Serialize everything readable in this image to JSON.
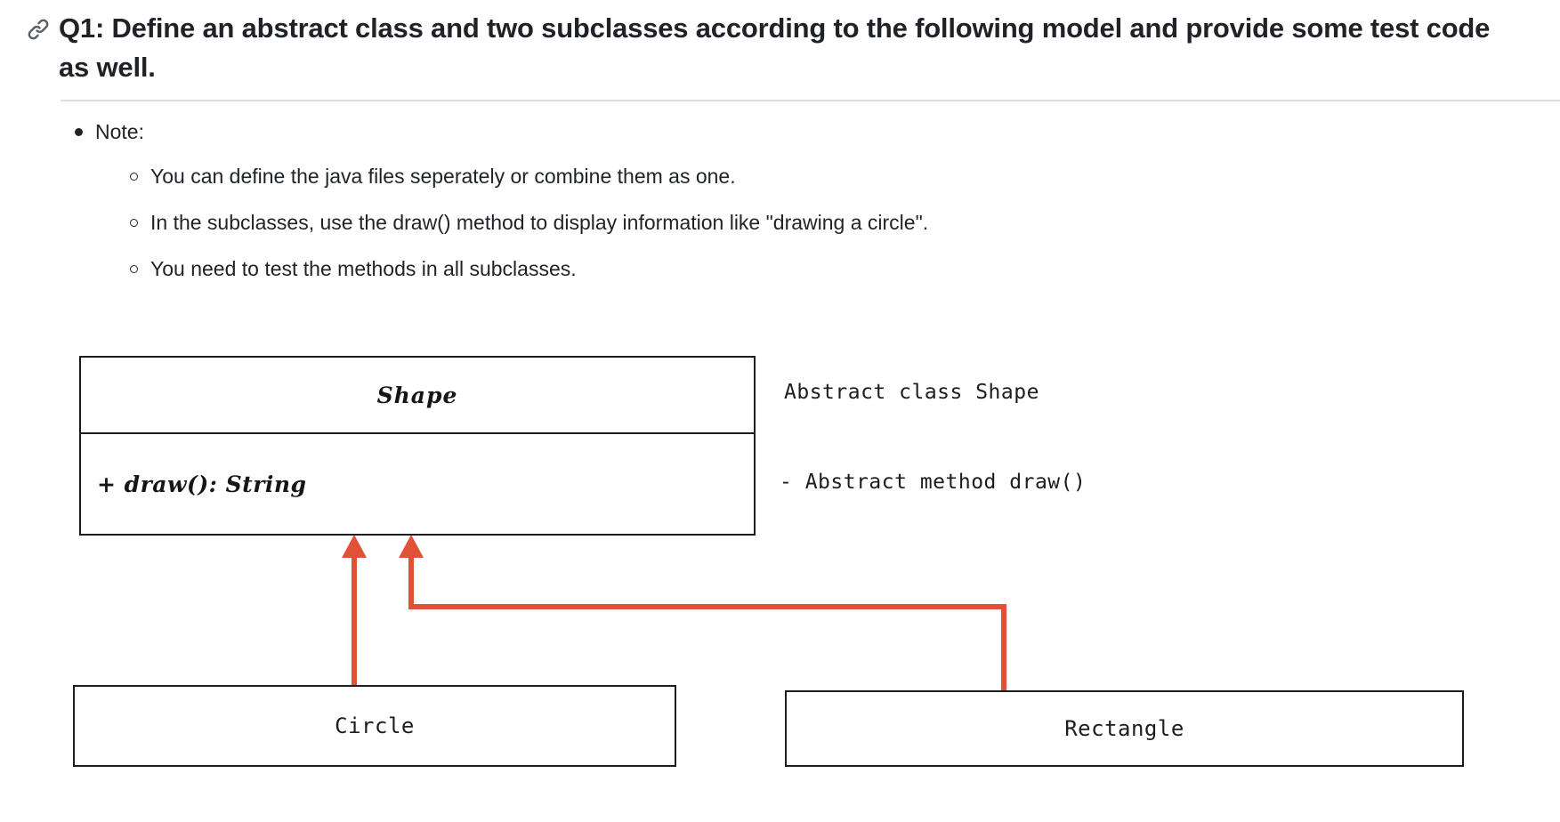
{
  "heading": {
    "anchor_icon": "link-icon",
    "text": "Q1: Define an abstract class and two subclasses according to the following model and provide some test code as well."
  },
  "notes": {
    "label": "Note:",
    "items": [
      "You can define the java files seperately or combine them as one.",
      "In the subclasses, use the draw() method to display information like \"drawing a circle\".",
      "You need to test the methods in all subclasses."
    ]
  },
  "diagram": {
    "type": "uml-class-diagram",
    "line_color": "#e05138",
    "box_border_color": "#1d1d1d",
    "superclass": {
      "name": "Shape",
      "stereotype": "abstract",
      "methods": [
        "+ draw(): String"
      ]
    },
    "subclasses": [
      {
        "name": "Circle"
      },
      {
        "name": "Rectangle"
      }
    ],
    "annotations": [
      "Abstract class Shape",
      "- Abstract method draw()"
    ]
  }
}
